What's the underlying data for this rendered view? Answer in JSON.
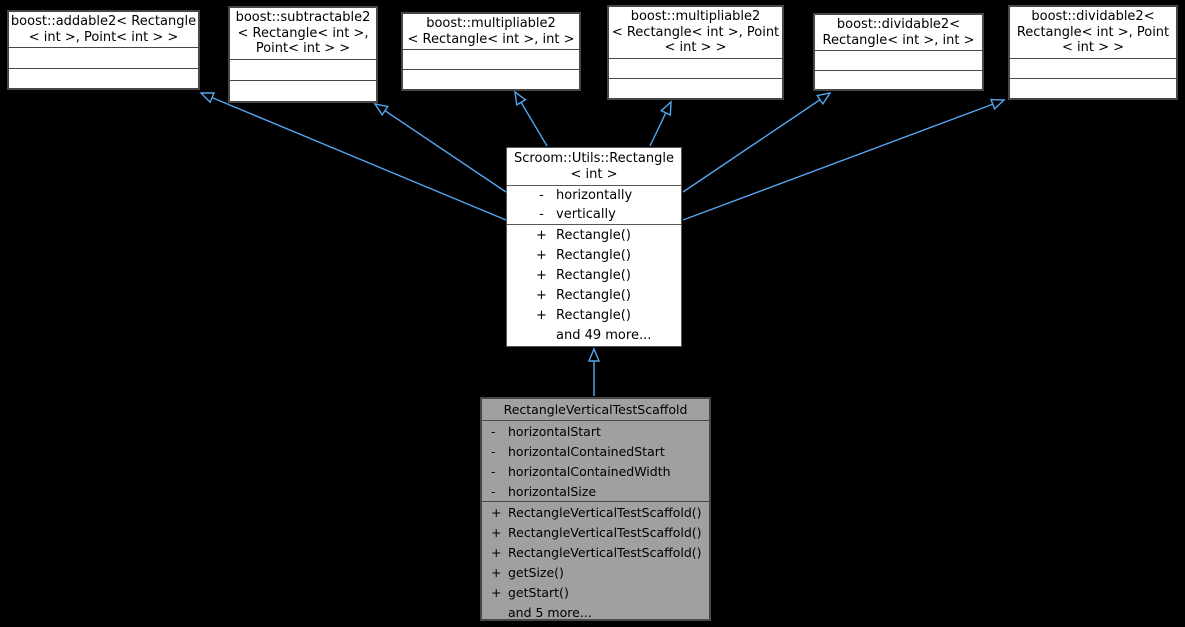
{
  "colors": {
    "background": "#000000",
    "box_fill": "#ffffff",
    "box_border": "#474747",
    "derived_fill": "#a0a0a0",
    "edge": "#55a5ee"
  },
  "parents": [
    {
      "id": "addable2",
      "title_lines": [
        "boost::addable2< Rectangle",
        "< int >, Point< int > >",
        ""
      ]
    },
    {
      "id": "subtractable2",
      "title_lines": [
        "boost::subtractable2",
        "< Rectangle< int >,",
        "Point< int > >"
      ]
    },
    {
      "id": "multipliable2-int",
      "title_lines": [
        "boost::multipliable2",
        "< Rectangle< int >, int >",
        ""
      ]
    },
    {
      "id": "multipliable2-point",
      "title_lines": [
        "boost::multipliable2",
        "< Rectangle< int >, Point",
        "< int > >"
      ]
    },
    {
      "id": "dividable2-int",
      "title_lines": [
        "boost::dividable2<",
        "Rectangle< int >, int >",
        ""
      ]
    },
    {
      "id": "dividable2-point",
      "title_lines": [
        "boost::dividable2<",
        "Rectangle< int >, Point",
        "< int > >"
      ]
    }
  ],
  "main_class": {
    "title_lines": [
      "Scroom::Utils::Rectangle",
      "< int >"
    ],
    "attributes": [
      {
        "vis": "-",
        "name": "horizontally"
      },
      {
        "vis": "-",
        "name": "vertically"
      }
    ],
    "methods": [
      {
        "vis": "+",
        "name": "Rectangle()"
      },
      {
        "vis": "+",
        "name": "Rectangle()"
      },
      {
        "vis": "+",
        "name": "Rectangle()"
      },
      {
        "vis": "+",
        "name": "Rectangle()"
      },
      {
        "vis": "+",
        "name": "Rectangle()"
      },
      {
        "vis": "",
        "name": "and 49 more..."
      }
    ]
  },
  "derived_class": {
    "title": "RectangleVerticalTestScaffold",
    "attributes": [
      {
        "vis": "-",
        "name": "horizontalStart"
      },
      {
        "vis": "-",
        "name": "horizontalContainedStart"
      },
      {
        "vis": "-",
        "name": "horizontalContainedWidth"
      },
      {
        "vis": "-",
        "name": "horizontalSize"
      }
    ],
    "methods": [
      {
        "vis": "+",
        "name": "RectangleVerticalTestScaffold()"
      },
      {
        "vis": "+",
        "name": "RectangleVerticalTestScaffold()"
      },
      {
        "vis": "+",
        "name": "RectangleVerticalTestScaffold()"
      },
      {
        "vis": "+",
        "name": "getSize()"
      },
      {
        "vis": "+",
        "name": "getStart()"
      },
      {
        "vis": "",
        "name": "and 5 more..."
      }
    ]
  },
  "edges": [
    {
      "from": "Scroom::Utils::Rectangle< int >",
      "to": "boost::addable2< Rectangle< int >, Point< int > >",
      "type": "inheritance"
    },
    {
      "from": "Scroom::Utils::Rectangle< int >",
      "to": "boost::subtractable2< Rectangle< int >, Point< int > >",
      "type": "inheritance"
    },
    {
      "from": "Scroom::Utils::Rectangle< int >",
      "to": "boost::multipliable2< Rectangle< int >, int >",
      "type": "inheritance"
    },
    {
      "from": "Scroom::Utils::Rectangle< int >",
      "to": "boost::multipliable2< Rectangle< int >, Point< int > >",
      "type": "inheritance"
    },
    {
      "from": "Scroom::Utils::Rectangle< int >",
      "to": "boost::dividable2< Rectangle< int >, int >",
      "type": "inheritance"
    },
    {
      "from": "Scroom::Utils::Rectangle< int >",
      "to": "boost::dividable2< Rectangle< int >, Point< int > >",
      "type": "inheritance"
    },
    {
      "from": "RectangleVerticalTestScaffold",
      "to": "Scroom::Utils::Rectangle< int >",
      "type": "inheritance"
    }
  ]
}
